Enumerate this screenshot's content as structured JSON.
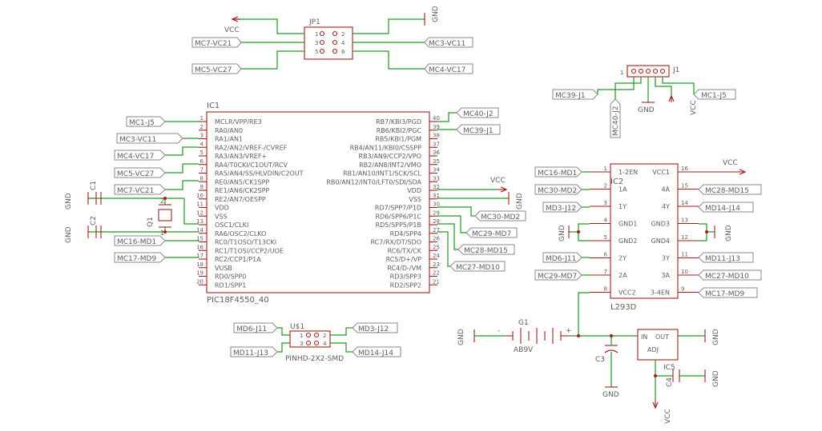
{
  "jp1": {
    "name": "JP1",
    "pins": [
      "1",
      "2",
      "3",
      "4",
      "5",
      "6"
    ],
    "labels": {
      "mc7": "MC7-VC21",
      "mc5": "MC5-VC27",
      "mc3": "MC3-VC11",
      "mc4": "MC4-VC17"
    },
    "vcc": "VCC",
    "gnd": "GND"
  },
  "j1": {
    "name": "J1",
    "pin1": "1",
    "labels": {
      "mc39": "MC39-J1",
      "mc40": "MC40-J2",
      "gnd": "GND",
      "vcc": "VCC",
      "mc1": "MC1-J5"
    }
  },
  "ic1": {
    "name": "IC1",
    "part": "PIC18F4550_40",
    "left_pins": [
      {
        "num": "1",
        "name": "MCLR/VPP/RE3"
      },
      {
        "num": "2",
        "name": "RA0/AN0"
      },
      {
        "num": "3",
        "name": "RA1/AN1"
      },
      {
        "num": "4",
        "name": "RA2/AN2/VREF-/CVREF"
      },
      {
        "num": "5",
        "name": "RA3/AN3/VREF+"
      },
      {
        "num": "6",
        "name": "RA4/T0CKI/C1OUT/RCV"
      },
      {
        "num": "7",
        "name": "RA5/AN4/SS/HLVDIN/C2OUT"
      },
      {
        "num": "8",
        "name": "RE0/AN5/CK1SPP"
      },
      {
        "num": "9",
        "name": "RE1/AN6/CK2SPP"
      },
      {
        "num": "10",
        "name": "RE2/AN7/OESPP"
      },
      {
        "num": "11",
        "name": "VDD"
      },
      {
        "num": "12",
        "name": "VSS"
      },
      {
        "num": "13",
        "name": "OSC1/CLKI"
      },
      {
        "num": "14",
        "name": "RA6/OSC2/CLKO"
      },
      {
        "num": "15",
        "name": "RC0/T1OSO/T13CKI"
      },
      {
        "num": "16",
        "name": "RC1/T1OSI/CCP2/UOE"
      },
      {
        "num": "17",
        "name": "RC2/CCP1/P1A"
      },
      {
        "num": "18",
        "name": "VUSB"
      },
      {
        "num": "19",
        "name": "RD0/SPP0"
      },
      {
        "num": "20",
        "name": "RD1/SPP1"
      }
    ],
    "right_pins": [
      {
        "num": "40",
        "name": "RB7/KBI3/PGD"
      },
      {
        "num": "39",
        "name": "RB6/KBI2/PGC"
      },
      {
        "num": "38",
        "name": "RB5/KBI1/PGM"
      },
      {
        "num": "37",
        "name": "RB4/AN11/KBI0/CSSPP"
      },
      {
        "num": "36",
        "name": "RB3/AN9/CCP2/VPO"
      },
      {
        "num": "35",
        "name": "RB2/AN8/INT2/VMO"
      },
      {
        "num": "34",
        "name": "RB1/AN10/INT1/SCK/SCL"
      },
      {
        "num": "33",
        "name": "RB0/AN12/INT0/LFT0/SDI/SDA"
      },
      {
        "num": "32",
        "name": "VDD"
      },
      {
        "num": "31",
        "name": "VSS"
      },
      {
        "num": "30",
        "name": "RD7/SPP7/P1D"
      },
      {
        "num": "29",
        "name": "RD6/SPP6/P1C"
      },
      {
        "num": "28",
        "name": "RD5/SPP5/P1B"
      },
      {
        "num": "27",
        "name": "RD4/SPP4"
      },
      {
        "num": "26",
        "name": "RC7/RX/DT/SDO"
      },
      {
        "num": "25",
        "name": "RC6/TX/CK"
      },
      {
        "num": "24",
        "name": "RC5/D+/VP"
      },
      {
        "num": "23",
        "name": "RC4/D-/VM"
      },
      {
        "num": "22",
        "name": "RD3/SPP3"
      },
      {
        "num": "21",
        "name": "RD2/SPP2"
      }
    ],
    "net_labels": {
      "mc1": "MC1-J5",
      "mc3": "MC3-VC11",
      "mc4": "MC4-VC17",
      "mc5": "MC5-VC27",
      "mc7": "MC7-VC21",
      "mc16": "MC16-MD1",
      "mc17": "MC17-MD9",
      "mc40": "MC40-J2",
      "mc39": "MC39-J1",
      "mc30": "MC30-MD2",
      "mc29": "MC29-MD7",
      "mc28": "MC28-MD15",
      "mc27": "MC27-MD10"
    },
    "vcc": "VCC",
    "gnd": "GND"
  },
  "c1": {
    "name": "C1",
    "gnd": "GND"
  },
  "c2": {
    "name": "C2",
    "gnd": "GND"
  },
  "q1": {
    "name": "Q1",
    "pin1": "1",
    "pin2": "2"
  },
  "u1": {
    "name": "U$1",
    "part": "PINHD-2X2-SMD",
    "pins": [
      "1",
      "2",
      "3",
      "4"
    ],
    "labels": {
      "md6": "MD6-J11",
      "md3": "MD3-J12",
      "md11": "MD11-J13",
      "md14": "MD14-J14"
    }
  },
  "ic2": {
    "name": "IC2",
    "part": "L293D",
    "left_pins": [
      {
        "num": "1",
        "name": "1-2EN"
      },
      {
        "num": "2",
        "name": "1A"
      },
      {
        "num": "3",
        "name": "1Y"
      },
      {
        "num": "4",
        "name": "GND1"
      },
      {
        "num": "5",
        "name": "GND2"
      },
      {
        "num": "6",
        "name": "2Y"
      },
      {
        "num": "7",
        "name": "2A"
      },
      {
        "num": "8",
        "name": "VCC2"
      }
    ],
    "right_pins": [
      {
        "num": "16",
        "name": "VCC1"
      },
      {
        "num": "15",
        "name": "4A"
      },
      {
        "num": "14",
        "name": "4Y"
      },
      {
        "num": "13",
        "name": "GND3"
      },
      {
        "num": "12",
        "name": "GND4"
      },
      {
        "num": "11",
        "name": "3Y"
      },
      {
        "num": "10",
        "name": "3A"
      },
      {
        "num": "9",
        "name": "3-4EN"
      }
    ],
    "net_labels": {
      "md1": "MC16-MD1",
      "md2": "MC30-MD2",
      "md3": "MD3-J12",
      "md6": "MD6-J11",
      "md7": "MC29-MD7",
      "md15": "MC28-MD15",
      "md14": "MD14-J14",
      "md13": "MD11-J13",
      "md10": "MC27-MD10",
      "md9": "MC17-MD9"
    },
    "vcc": "VCC",
    "gnd": "GND"
  },
  "g1": {
    "name": "G1",
    "part": "AB9V",
    "minus": "-",
    "plus": "+",
    "gnd": "GND"
  },
  "c3": {
    "name": "C3",
    "gnd": "GND"
  },
  "ic5": {
    "name": "IC5",
    "in": "IN",
    "out": "OUT",
    "adj": "ADJ",
    "gnd": "GND",
    "vcc": "VCC"
  },
  "c4": {
    "name": "C4",
    "gnd": "GND"
  }
}
